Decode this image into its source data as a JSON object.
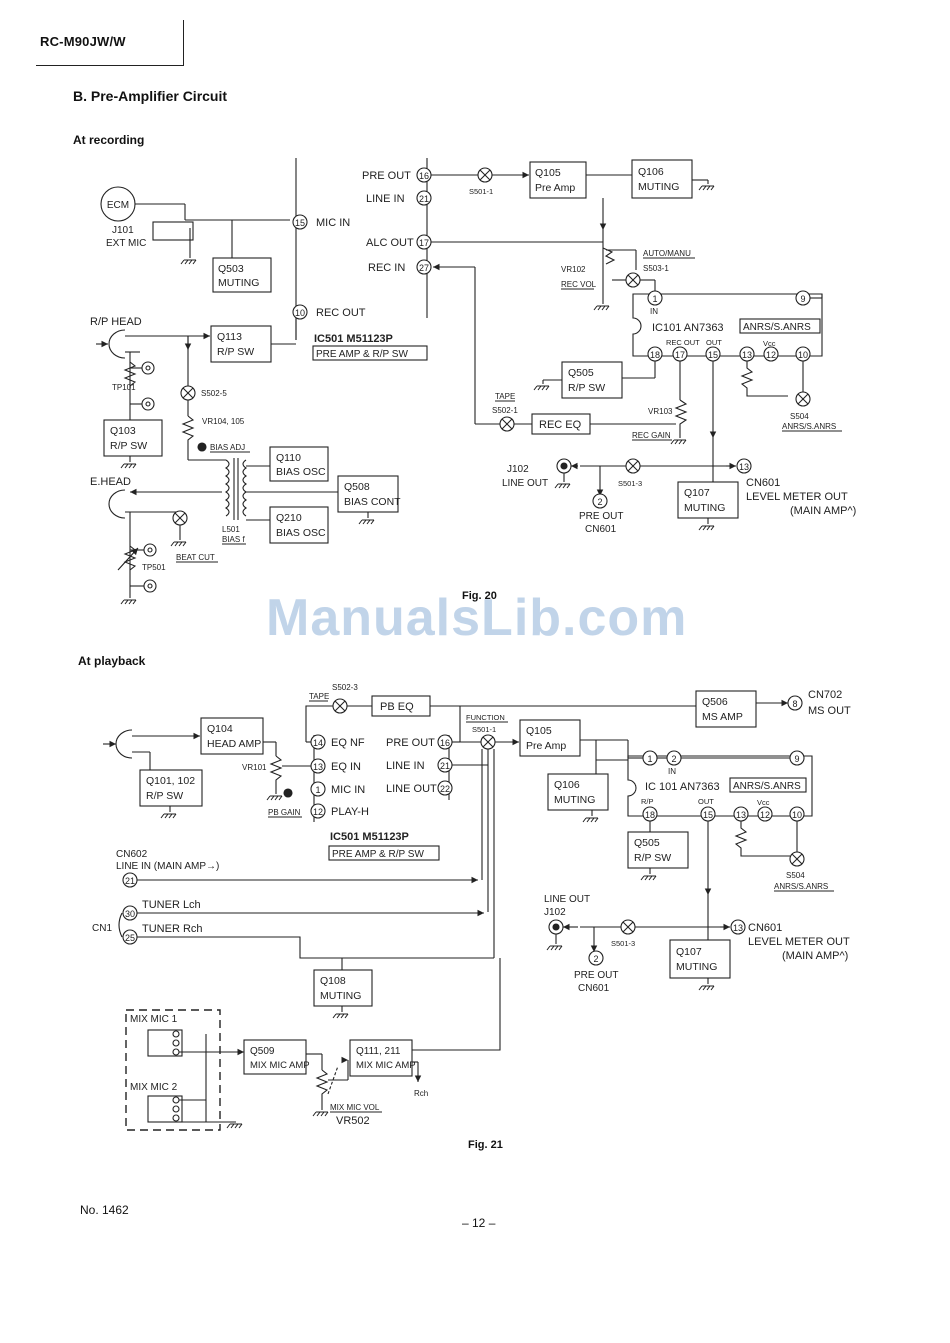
{
  "header": {
    "model": "RC-M90JW/W"
  },
  "section": {
    "title": "B.  Pre-Amplifier Circuit"
  },
  "recording": {
    "subtitle": "At recording",
    "fig": "Fig. 20",
    "pins": {
      "p16": "16",
      "p21": "21",
      "p17": "17",
      "p27": "27",
      "p15": "15",
      "p10": "10",
      "p1": "1",
      "p9": "9",
      "p18": "18",
      "p17b": "17",
      "p15b": "15",
      "p13": "13",
      "p12": "12",
      "p10b": "10",
      "p13b": "13",
      "p2": "2"
    },
    "labels": {
      "pre_out": "PRE OUT",
      "line_in": "LINE IN",
      "alc_out": "ALC OUT",
      "rec_in": "REC IN",
      "mic_in": "MIC IN",
      "rec_out": "REC OUT",
      "ecm": "ECM",
      "j101": "J101",
      "ext_mic": "EXT MIC",
      "s501_1": "S501-1",
      "s503_1": "S503-1",
      "auto_manu": "AUTO/MANU",
      "vr102": "VR102",
      "rec_vol": "REC VOL",
      "ic501": "IC501  M51123P",
      "ic501_sub": "PRE AMP & R/P SW",
      "ic101": "IC101  AN7363",
      "anrs": "ANRS/S.ANRS",
      "in": "IN",
      "rec_out_ic": "REC OUT",
      "out": "OUT",
      "vcc": "Vcc",
      "rp_head": "R/P HEAD",
      "tp101": "TP101",
      "s502_5": "S502-5",
      "vr104_105": "VR104, 105",
      "bias_adj": "BIAS ADJ",
      "e_head": "E.HEAD",
      "l501": "L501",
      "bias_f": "BIAS f",
      "beat_cut": "BEAT CUT",
      "tp501": "TP501",
      "tape": "TAPE",
      "s502_1": "S502-1",
      "rec_eq": "REC EQ",
      "vr103": "VR103",
      "rec_gain": "REC GAIN",
      "s504": "S504",
      "anrs_s": "ANRS/S.ANRS",
      "j102": "J102",
      "line_out": "LINE OUT",
      "s501_3": "S501-3",
      "pre_out2": "PRE OUT",
      "cn601": "CN601",
      "cn601b": "CN601",
      "level_meter": "LEVEL METER OUT",
      "main_amp": "(MAIN AMP^)"
    },
    "blocks": {
      "q105": [
        "Q105",
        "Pre Amp"
      ],
      "q106": [
        "Q106",
        "MUTING"
      ],
      "q503": [
        "Q503",
        "MUTING"
      ],
      "q113": [
        "Q113",
        "R/P SW"
      ],
      "q103": [
        "Q103",
        "R/P SW"
      ],
      "q110": [
        "Q110",
        "BIAS OSC"
      ],
      "q508": [
        "Q508",
        "BIAS CONT"
      ],
      "q210": [
        "Q210",
        "BIAS OSC"
      ],
      "q505": [
        "Q505",
        "R/P SW"
      ],
      "q107": [
        "Q107",
        "MUTING"
      ]
    }
  },
  "playback": {
    "subtitle": "At playback",
    "fig": "Fig. 21",
    "pins": {
      "p14": "14",
      "p13": "13",
      "p1": "1",
      "p12": "12",
      "p16": "16",
      "p21": "21",
      "p22": "22",
      "p8": "8",
      "pi1": "1",
      "pi2": "2",
      "pi9": "9",
      "p18": "18",
      "p15": "15",
      "p13b": "13",
      "p12b": "12",
      "p10": "10",
      "p13c": "13",
      "p2": "2",
      "p21b": "21",
      "p30": "30",
      "p25": "25"
    },
    "labels": {
      "tape": "TAPE",
      "s502_3": "S502-3",
      "pb_eq": "PB EQ",
      "eq_nf": "EQ  NF",
      "eq_in": "EQ  IN",
      "mic_in": "MIC  IN",
      "play_h": "PLAY-H",
      "pre_out": "PRE OUT",
      "line_in": "LINE IN",
      "line_out": "LINE OUT",
      "function": "FUNCTION",
      "s501_1": "S501-1",
      "vr101": "VR101",
      "pb_gain": "PB GAIN",
      "ic501": "IC501  M51123P",
      "ic501_sub": "PRE AMP & R/P SW",
      "cn702": "CN702",
      "ms_out": "MS OUT",
      "ic101": "IC 101  AN7363",
      "anrs": "ANRS/S.ANRS",
      "in": "IN",
      "rp": "R/P",
      "out": "OUT",
      "vcc": "Vcc",
      "s504": "S504",
      "anrs_s": "ANRS/S.ANRS",
      "cn602": "CN602",
      "line_in_main": "LINE IN (MAIN AMP→)",
      "cn1": "CN1",
      "tuner_l": "TUNER  Lch",
      "tuner_r": "TUNER  Rch",
      "line_out_j": "LINE OUT",
      "j102": "J102",
      "s501_3": "S501-3",
      "pre_out2": "PRE OUT",
      "cn601": "CN601",
      "cn601b": "CN601",
      "level_meter": "LEVEL METER OUT",
      "main_amp": "(MAIN AMP^)",
      "mix_mic1": "MIX MIC 1",
      "mix_mic2": "MIX MIC 2",
      "mix_mic_vol": "MIX MIC VOL",
      "vr502": "VR502",
      "rch": "Rch"
    },
    "blocks": {
      "q104": [
        "Q104",
        "HEAD AMP"
      ],
      "q101": [
        "Q101, 102",
        "R/P SW"
      ],
      "q105": [
        "Q105",
        "Pre Amp"
      ],
      "q106": [
        "Q106",
        "MUTING"
      ],
      "q506": [
        "Q506",
        "MS AMP"
      ],
      "q505": [
        "Q505",
        "R/P SW"
      ],
      "q107": [
        "Q107",
        "MUTING"
      ],
      "q108": [
        "Q108",
        "MUTING"
      ],
      "q509": [
        "Q509",
        "MIX MIC AMP"
      ],
      "q111": [
        "Q111, 211",
        "MIX MIC AMP"
      ]
    }
  },
  "watermark": "ManualsLib.com",
  "footer": {
    "doc_no": "No. 1462",
    "page": "– 12 –"
  }
}
